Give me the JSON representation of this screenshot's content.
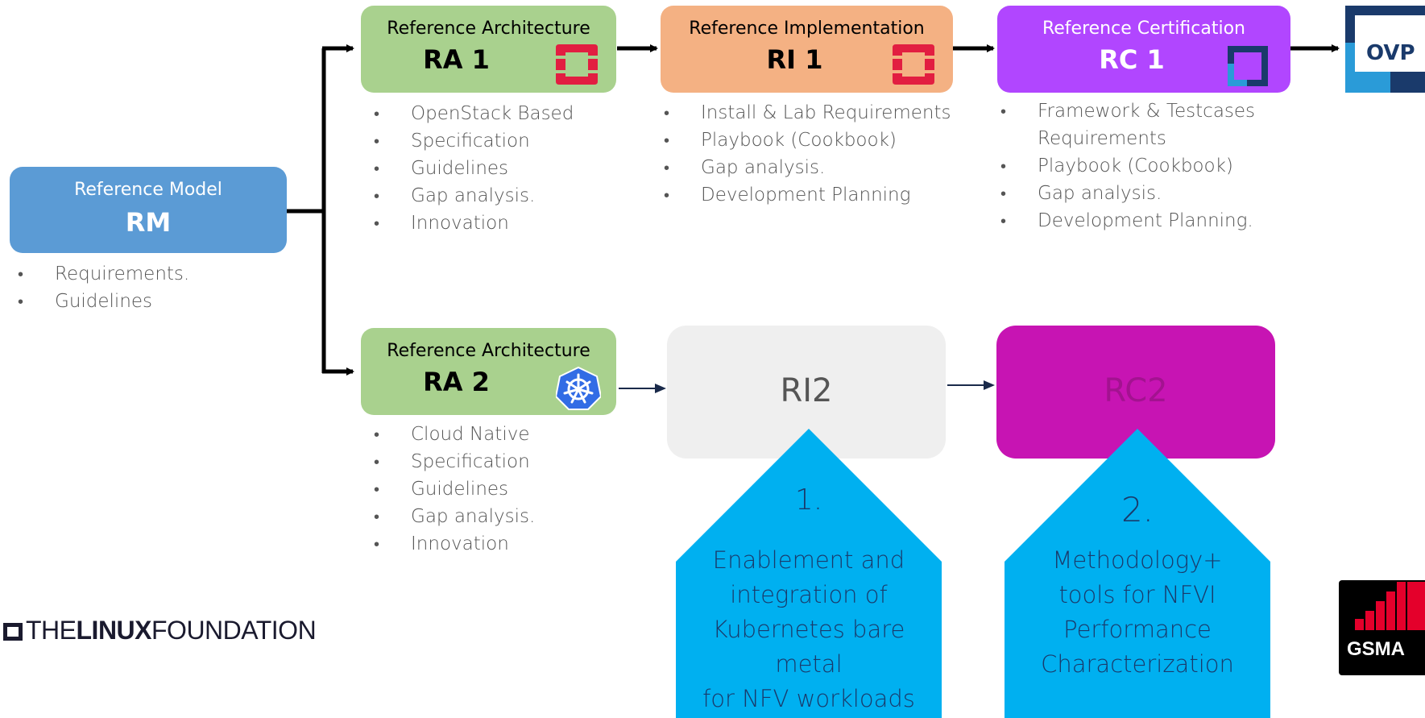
{
  "rm": {
    "subtitle": "Reference Model",
    "title": "RM",
    "bullets": [
      "Requirements.",
      "Guidelines"
    ]
  },
  "ra1": {
    "subtitle": "Reference Architecture",
    "title": "RA 1",
    "bullets": [
      "OpenStack Based",
      "Specification",
      "Guidelines",
      "Gap analysis.",
      "Innovation"
    ]
  },
  "ri1": {
    "subtitle": "Reference Implementation",
    "title": "RI 1",
    "bullets": [
      "Install & Lab Requirements",
      "Playbook (Cookbook)",
      "Gap analysis.",
      "Development Planning"
    ]
  },
  "rc1": {
    "subtitle": "Reference Certification",
    "title": "RC 1",
    "bullets": [
      "Framework & Testcases Requirements",
      "Playbook (Cookbook)",
      "Gap analysis.",
      "Development Planning."
    ]
  },
  "ovp": {
    "label": "OVP"
  },
  "ra2": {
    "subtitle": "Reference Architecture",
    "title": "RA 2",
    "bullets": [
      "Cloud Native",
      "Specification",
      "Guidelines",
      "Gap analysis.",
      "Innovation"
    ]
  },
  "ri2": {
    "label": "RI2"
  },
  "rc2": {
    "label": "RC2"
  },
  "callout1": {
    "number": "1.",
    "lines": [
      "Enablement and",
      "integration of",
      "Kubernetes bare metal",
      "for NFV workloads"
    ]
  },
  "callout2": {
    "number": "2.",
    "lines": [
      "Methodology+",
      "tools for NFVI",
      "Performance",
      "Characterization"
    ]
  },
  "linux_logo": {
    "prefix": "THE",
    "bold": "LINUX",
    "suffix": "FOUNDATION"
  },
  "gsma_logo": {
    "label": "GSMA"
  },
  "colors": {
    "green": "#a9d18e",
    "orange": "#f4b183",
    "purple": "#b146ff",
    "blue": "#5b9bd5",
    "grey": "#efefef",
    "magenta": "#c714b3",
    "callout": "#00b0f0"
  }
}
